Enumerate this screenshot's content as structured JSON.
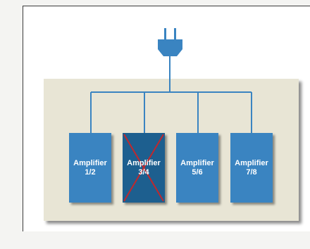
{
  "diagram": {
    "amplifiers": [
      {
        "line1": "Amplifier",
        "line2": "1/2",
        "disabled": false
      },
      {
        "line1": "Amplifier",
        "line2": "3/4",
        "disabled": true
      },
      {
        "line1": "Amplifier",
        "line2": "5/6",
        "disabled": false
      },
      {
        "line1": "Amplifier",
        "line2": "7/8",
        "disabled": false
      }
    ]
  },
  "colors": {
    "amplifier_blue": "#3a84c1",
    "disabled_blue": "#1d5f8f",
    "cross_red": "#c0282d",
    "enclosure": "#e8e5d5"
  },
  "icons": {
    "power": "power-plug-icon"
  }
}
